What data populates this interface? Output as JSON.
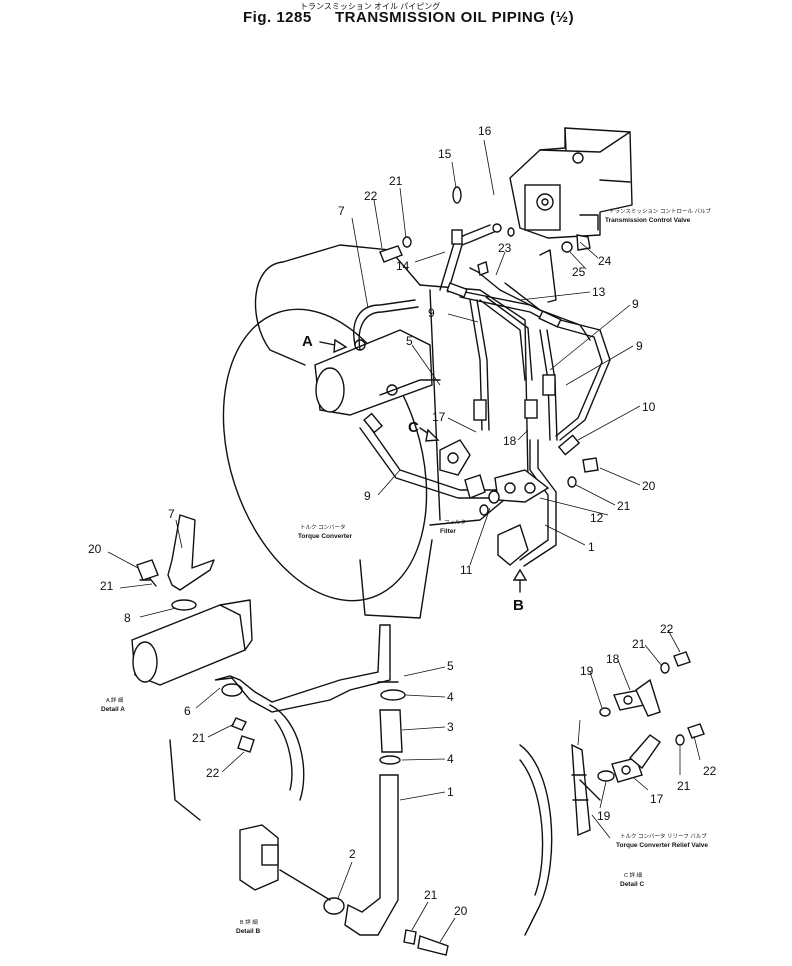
{
  "header": {
    "figure_number": "Fig. 1285",
    "title": "TRANSMISSION OIL PIPING (½)",
    "title_jp": "トランスミッション オイル パイピング"
  },
  "components": {
    "transmission_control_valve": {
      "jp": "トランスミッション コントロール バルブ",
      "en": "Transmission Control Valve"
    },
    "torque_converter": {
      "jp": "トルク コンバータ",
      "en": "Torque Converter"
    },
    "filter": {
      "jp": "フィルタ",
      "en": "Filter"
    },
    "torque_converter_relief_valve": {
      "jp": "トルク コンバータ リリーフ バルブ",
      "en": "Torque Converter Relief Valve"
    }
  },
  "views": {
    "A": "A",
    "B": "B",
    "C": "C"
  },
  "details": {
    "A": {
      "jp": "A 詳 細",
      "en": "Detail A"
    },
    "B": {
      "jp": "B 詳 細",
      "en": "Detail B"
    },
    "C": {
      "jp": "C 詳 細",
      "en": "Detail C"
    }
  },
  "callouts": {
    "main_16": "16",
    "main_15": "15",
    "main_21": "21",
    "main_22": "22",
    "main_7": "7",
    "main_14": "14",
    "main_23": "23",
    "main_24": "24",
    "main_25": "25",
    "main_13": "13",
    "main_9a": "9",
    "main_9b": "9",
    "main_9c": "9",
    "main_9d": "9",
    "main_5": "5",
    "main_10": "10",
    "main_17": "17",
    "main_18": "18",
    "main_20": "20",
    "main_21b": "21",
    "main_12": "12",
    "main_1": "1",
    "main_11": "11",
    "a_7": "7",
    "a_20": "20",
    "a_21": "21",
    "a_8": "8",
    "a_6": "6",
    "a_21b": "21",
    "a_22": "22",
    "b_5": "5",
    "b_4a": "4",
    "b_3": "3",
    "b_4b": "4",
    "b_1": "1",
    "b_2": "2",
    "b_21": "21",
    "b_20": "20",
    "c_22a": "22",
    "c_21a": "21",
    "c_18": "18",
    "c_19a": "19",
    "c_22b": "22",
    "c_21b": "21",
    "c_17": "17",
    "c_19b": "19"
  }
}
